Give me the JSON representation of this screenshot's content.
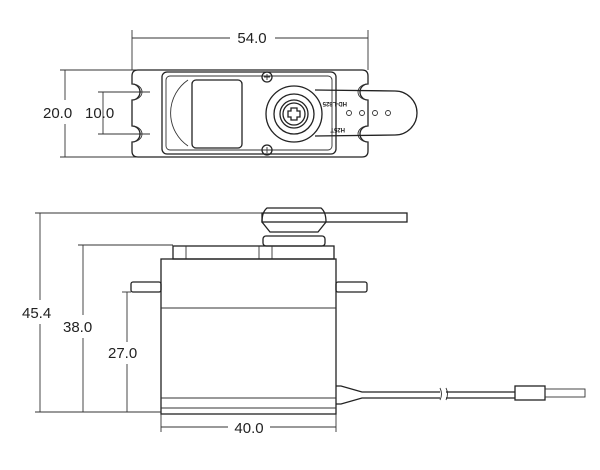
{
  "dimensions": {
    "width_top": "54.0",
    "height_tabs": "20.0",
    "hole_spacing": "10.0",
    "total_height": "45.4",
    "body_height": "38.0",
    "tab_height": "27.0",
    "body_width": "40.0"
  },
  "horn_labels": {
    "model": "HD-L825",
    "spline": "H25T"
  },
  "colors": {
    "line": "#222222",
    "background": "#ffffff"
  }
}
